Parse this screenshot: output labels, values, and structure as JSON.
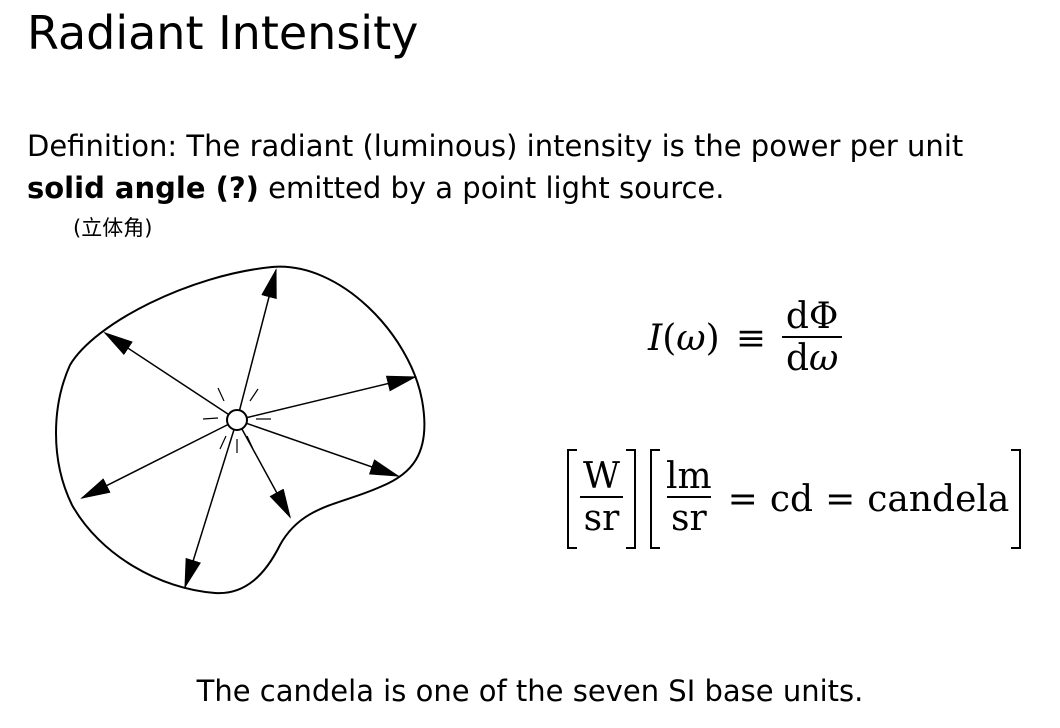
{
  "slide": {
    "title": "Radiant Intensity",
    "definition": {
      "part1": "Definition: The radiant (luminous) intensity is the power per unit ",
      "bold": "solid angle (?)",
      "part2": " emitted by a point light source."
    },
    "cjk_note": "(立体角)",
    "footer": "The candela is one of the seven SI base units."
  },
  "equation1": {
    "lhs_symbol": "I",
    "lhs_paren_open": "(",
    "lhs_var": "ω",
    "lhs_paren_close": ")",
    "relation": "≡",
    "numerator": "dΦ",
    "denominator_d": "d",
    "denominator_var": "ω"
  },
  "equation2": {
    "frac1_num": "W",
    "frac1_den": "sr",
    "frac2_num": "lm",
    "frac2_den": "sr",
    "eq_sign_1": "=",
    "unit_symbol": "cd",
    "eq_sign_2": "=",
    "unit_name": "candela"
  }
}
